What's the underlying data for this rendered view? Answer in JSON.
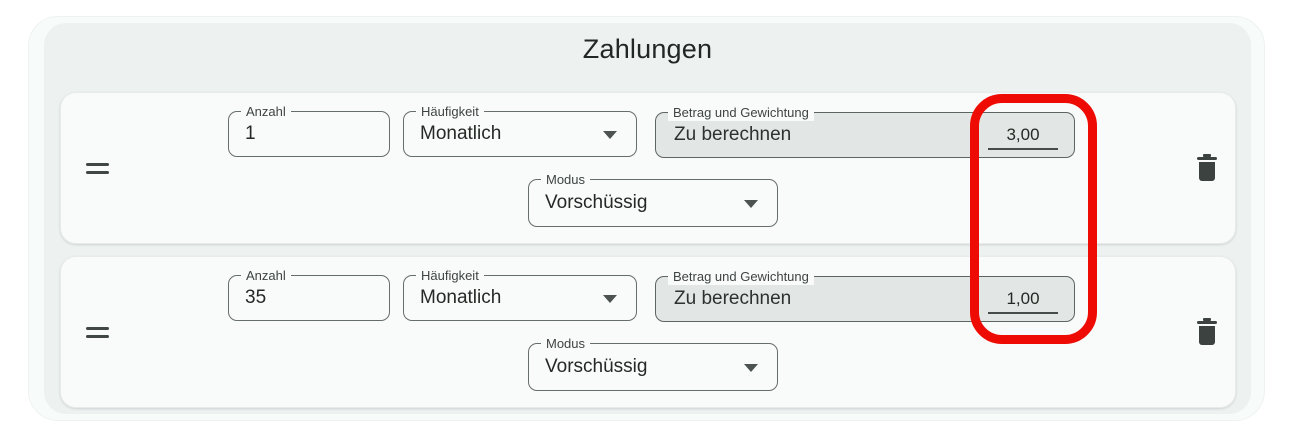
{
  "panel": {
    "title": "Zahlungen"
  },
  "rows": [
    {
      "drag_icon": "drag-handle-icon",
      "anzahl_label": "Anzahl",
      "anzahl_value": "1",
      "haeufigkeit_label": "Häufigkeit",
      "haeufigkeit_value": "Monatlich",
      "betrag_label": "Betrag und Gewichtung",
      "betrag_value": "Zu berechnen",
      "gewichtung_value": "3,00",
      "modus_label": "Modus",
      "modus_value": "Vorschüssig",
      "delete_icon": "trash-icon"
    },
    {
      "drag_icon": "drag-handle-icon",
      "anzahl_label": "Anzahl",
      "anzahl_value": "35",
      "haeufigkeit_label": "Häufigkeit",
      "haeufigkeit_value": "Monatlich",
      "betrag_label": "Betrag und Gewichtung",
      "betrag_value": "Zu berechnen",
      "gewichtung_value": "1,00",
      "modus_label": "Modus",
      "modus_value": "Vorschüssig",
      "delete_icon": "trash-icon"
    }
  ],
  "annotation": {
    "type": "highlight-rectangle",
    "color": "#ee0b04"
  },
  "colors": {
    "page_background": "#ffffff",
    "outer_panel_background": "#f7fbf9",
    "group_card_background": "#edf1f0",
    "row_card_background": "#f9fbfa",
    "disabled_field_fill": "#e2e6e4",
    "field_border": "#666e6a",
    "text_primary": "#242926",
    "text_label": "#3e4441",
    "icon_color": "#3c423f"
  }
}
